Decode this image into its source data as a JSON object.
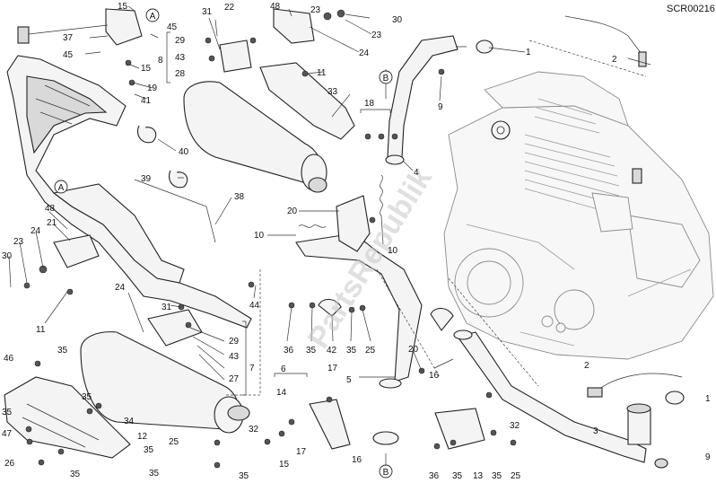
{
  "diagram": {
    "code": "SCR00216",
    "watermark": "PartsRepublik",
    "reference_markers": [
      "A",
      "A",
      "B",
      "B"
    ],
    "labels": [
      {
        "id": "l15a",
        "text": "15"
      },
      {
        "id": "l37",
        "text": "37"
      },
      {
        "id": "l45a",
        "text": "45"
      },
      {
        "id": "l45b",
        "text": "45"
      },
      {
        "id": "l15b",
        "text": "15"
      },
      {
        "id": "l19",
        "text": "19"
      },
      {
        "id": "l41",
        "text": "41"
      },
      {
        "id": "l8",
        "text": "8"
      },
      {
        "id": "l29a",
        "text": "29"
      },
      {
        "id": "l43a",
        "text": "43"
      },
      {
        "id": "l28",
        "text": "28"
      },
      {
        "id": "l31a",
        "text": "31"
      },
      {
        "id": "l22",
        "text": "22"
      },
      {
        "id": "l48a",
        "text": "48"
      },
      {
        "id": "l23a",
        "text": "23"
      },
      {
        "id": "l30a",
        "text": "30"
      },
      {
        "id": "l23b",
        "text": "23"
      },
      {
        "id": "l24a",
        "text": "24"
      },
      {
        "id": "l11a",
        "text": "11"
      },
      {
        "id": "l33",
        "text": "33"
      },
      {
        "id": "l1a",
        "text": "1"
      },
      {
        "id": "l9a",
        "text": "9"
      },
      {
        "id": "l2a",
        "text": "2"
      },
      {
        "id": "l18",
        "text": "18"
      },
      {
        "id": "l40",
        "text": "40"
      },
      {
        "id": "l39",
        "text": "39"
      },
      {
        "id": "l38",
        "text": "38"
      },
      {
        "id": "l4",
        "text": "4"
      },
      {
        "id": "l20a",
        "text": "20"
      },
      {
        "id": "l10a",
        "text": "10"
      },
      {
        "id": "l10b",
        "text": "10"
      },
      {
        "id": "l48b",
        "text": "48"
      },
      {
        "id": "l21",
        "text": "21"
      },
      {
        "id": "l24b",
        "text": "24"
      },
      {
        "id": "l23c",
        "text": "23"
      },
      {
        "id": "l30b",
        "text": "30"
      },
      {
        "id": "l11b",
        "text": "11"
      },
      {
        "id": "l24c",
        "text": "24"
      },
      {
        "id": "l44",
        "text": "44"
      },
      {
        "id": "l31b",
        "text": "31"
      },
      {
        "id": "l36a",
        "text": "36"
      },
      {
        "id": "l35a",
        "text": "35"
      },
      {
        "id": "l42",
        "text": "42"
      },
      {
        "id": "l35b",
        "text": "35"
      },
      {
        "id": "l25a",
        "text": "25"
      },
      {
        "id": "l29b",
        "text": "29"
      },
      {
        "id": "l43b",
        "text": "43"
      },
      {
        "id": "l27",
        "text": "27"
      },
      {
        "id": "l7",
        "text": "7"
      },
      {
        "id": "l16a",
        "text": "16"
      },
      {
        "id": "l20b",
        "text": "20"
      },
      {
        "id": "l5",
        "text": "5"
      },
      {
        "id": "l46",
        "text": "46"
      },
      {
        "id": "l35c",
        "text": "35"
      },
      {
        "id": "l35d",
        "text": "35"
      },
      {
        "id": "l35e",
        "text": "35"
      },
      {
        "id": "l47",
        "text": "47"
      },
      {
        "id": "l34",
        "text": "34"
      },
      {
        "id": "l6",
        "text": "6"
      },
      {
        "id": "l14",
        "text": "14"
      },
      {
        "id": "l17a",
        "text": "17"
      },
      {
        "id": "l2b",
        "text": "2"
      },
      {
        "id": "l1b",
        "text": "1"
      },
      {
        "id": "l32a",
        "text": "32"
      },
      {
        "id": "l32b",
        "text": "32"
      },
      {
        "id": "l3",
        "text": "3"
      },
      {
        "id": "l12",
        "text": "12"
      },
      {
        "id": "l35f",
        "text": "35"
      },
      {
        "id": "l25b",
        "text": "25"
      },
      {
        "id": "l35g",
        "text": "35"
      },
      {
        "id": "l26",
        "text": "26"
      },
      {
        "id": "l35h",
        "text": "35"
      },
      {
        "id": "l35i",
        "text": "35"
      },
      {
        "id": "l15c",
        "text": "15"
      },
      {
        "id": "l17b",
        "text": "17"
      },
      {
        "id": "l16b",
        "text": "16"
      },
      {
        "id": "l36b",
        "text": "36"
      },
      {
        "id": "l35j",
        "text": "35"
      },
      {
        "id": "l13",
        "text": "13"
      },
      {
        "id": "l35k",
        "text": "35"
      },
      {
        "id": "l25c",
        "text": "25"
      },
      {
        "id": "l9b",
        "text": "9"
      }
    ]
  }
}
